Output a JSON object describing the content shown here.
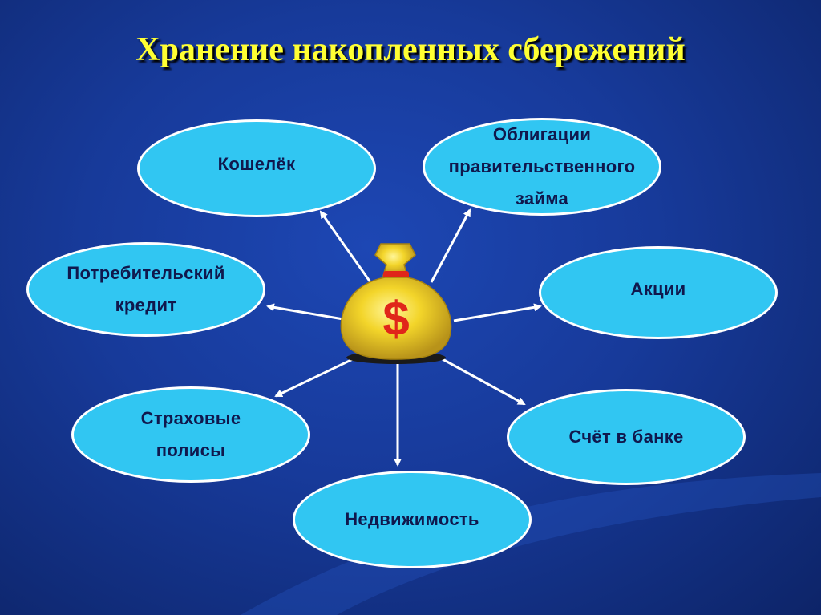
{
  "slide": {
    "title": "Хранение накопленных сбережений",
    "center_icon": "money-bag-dollar-icon",
    "center_symbol": "$",
    "nodes": [
      {
        "id": "wallet",
        "label": "Кошелёк"
      },
      {
        "id": "bonds",
        "label": "Облигации\nправительственного\nзайма"
      },
      {
        "id": "credit",
        "label": "Потребительский\nкредит"
      },
      {
        "id": "stocks",
        "label": "Акции"
      },
      {
        "id": "insurance",
        "label": "Страховые\nполисы"
      },
      {
        "id": "bank",
        "label": "Счёт в банке"
      },
      {
        "id": "realty",
        "label": "Недвижимость"
      }
    ]
  },
  "colors": {
    "background": "#173a9a",
    "title": "#ffff33",
    "node_fill": "#31c6f2",
    "node_border": "#ffffff",
    "node_text": "#10184d",
    "arrow": "#ffffff",
    "bag": "#f3d52a",
    "dollar": "#e0261a"
  }
}
